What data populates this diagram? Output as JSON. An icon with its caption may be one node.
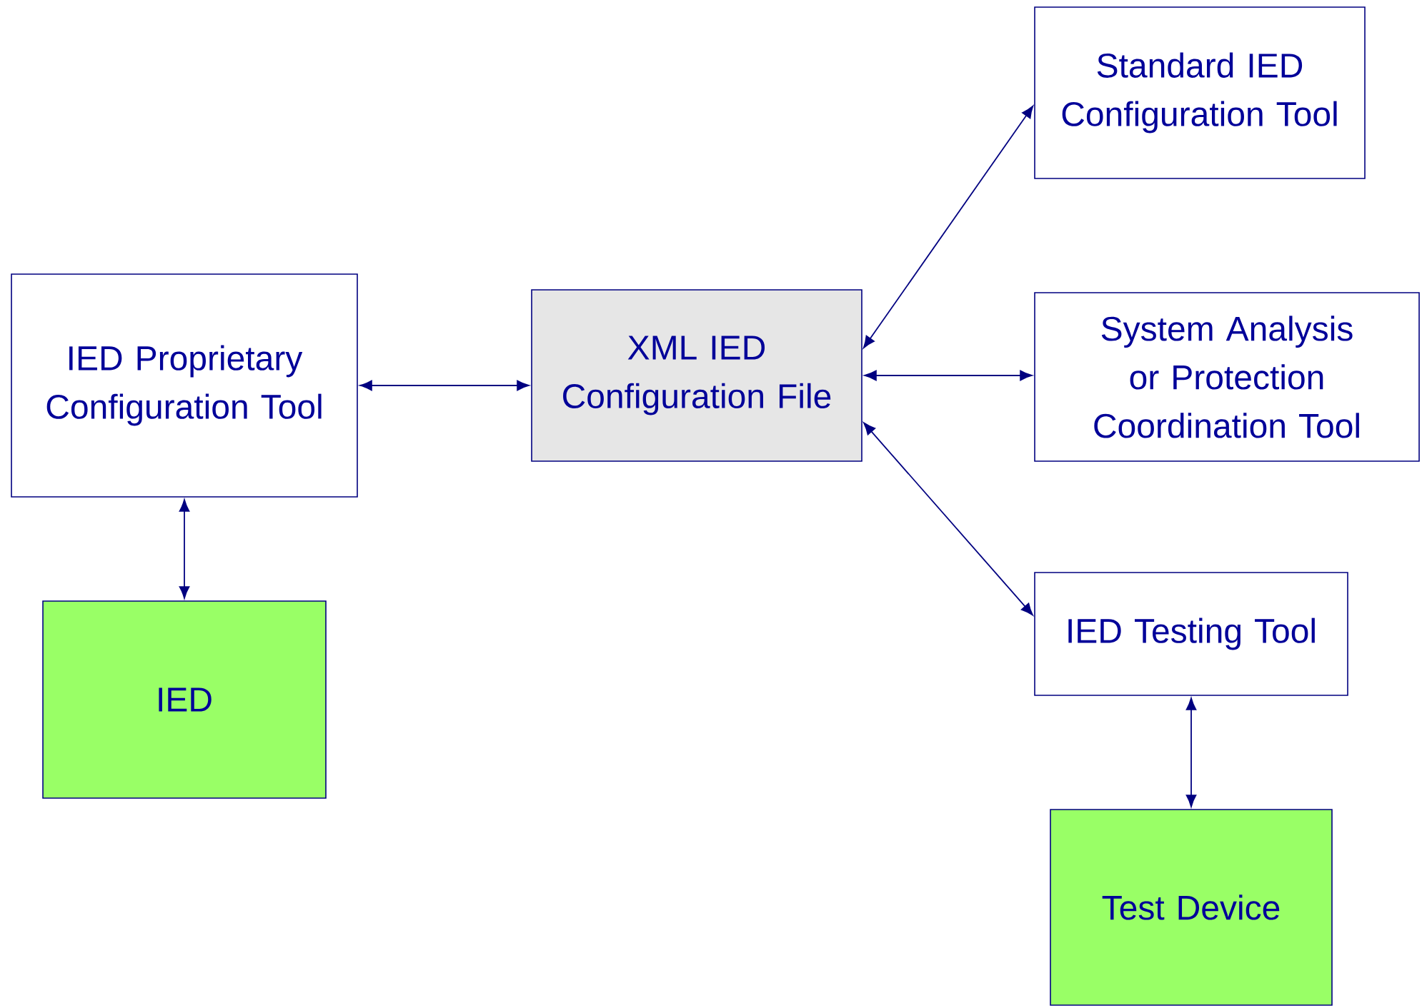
{
  "diagram": {
    "nodes": [
      {
        "text": [
          "IED Proprietary Configuration Tool"
        ]
      },
      {
        "text": [
          "IED"
        ]
      },
      {
        "text": [
          "XML IED Configuration File"
        ]
      },
      {
        "text": [
          "Standard IED Configuration Tool"
        ]
      },
      {
        "text": [
          "System Analysis or Protection Coordination Tool"
        ]
      },
      {
        "text": [
          "IED Testing Tool"
        ]
      },
      {
        "text": [
          "Test Device"
        ]
      }
    ],
    "edges": [
      {
        "from": 0,
        "to": 1,
        "arrow": "both"
      },
      {
        "from": 0,
        "to": 2,
        "arrow": "both"
      },
      {
        "from": 2,
        "to": 3,
        "arrow": "both"
      },
      {
        "from": 2,
        "to": 4,
        "arrow": "both"
      },
      {
        "from": 2,
        "to": 5,
        "arrow": "both"
      },
      {
        "from": 5,
        "to": 6,
        "arrow": "both"
      }
    ]
  }
}
